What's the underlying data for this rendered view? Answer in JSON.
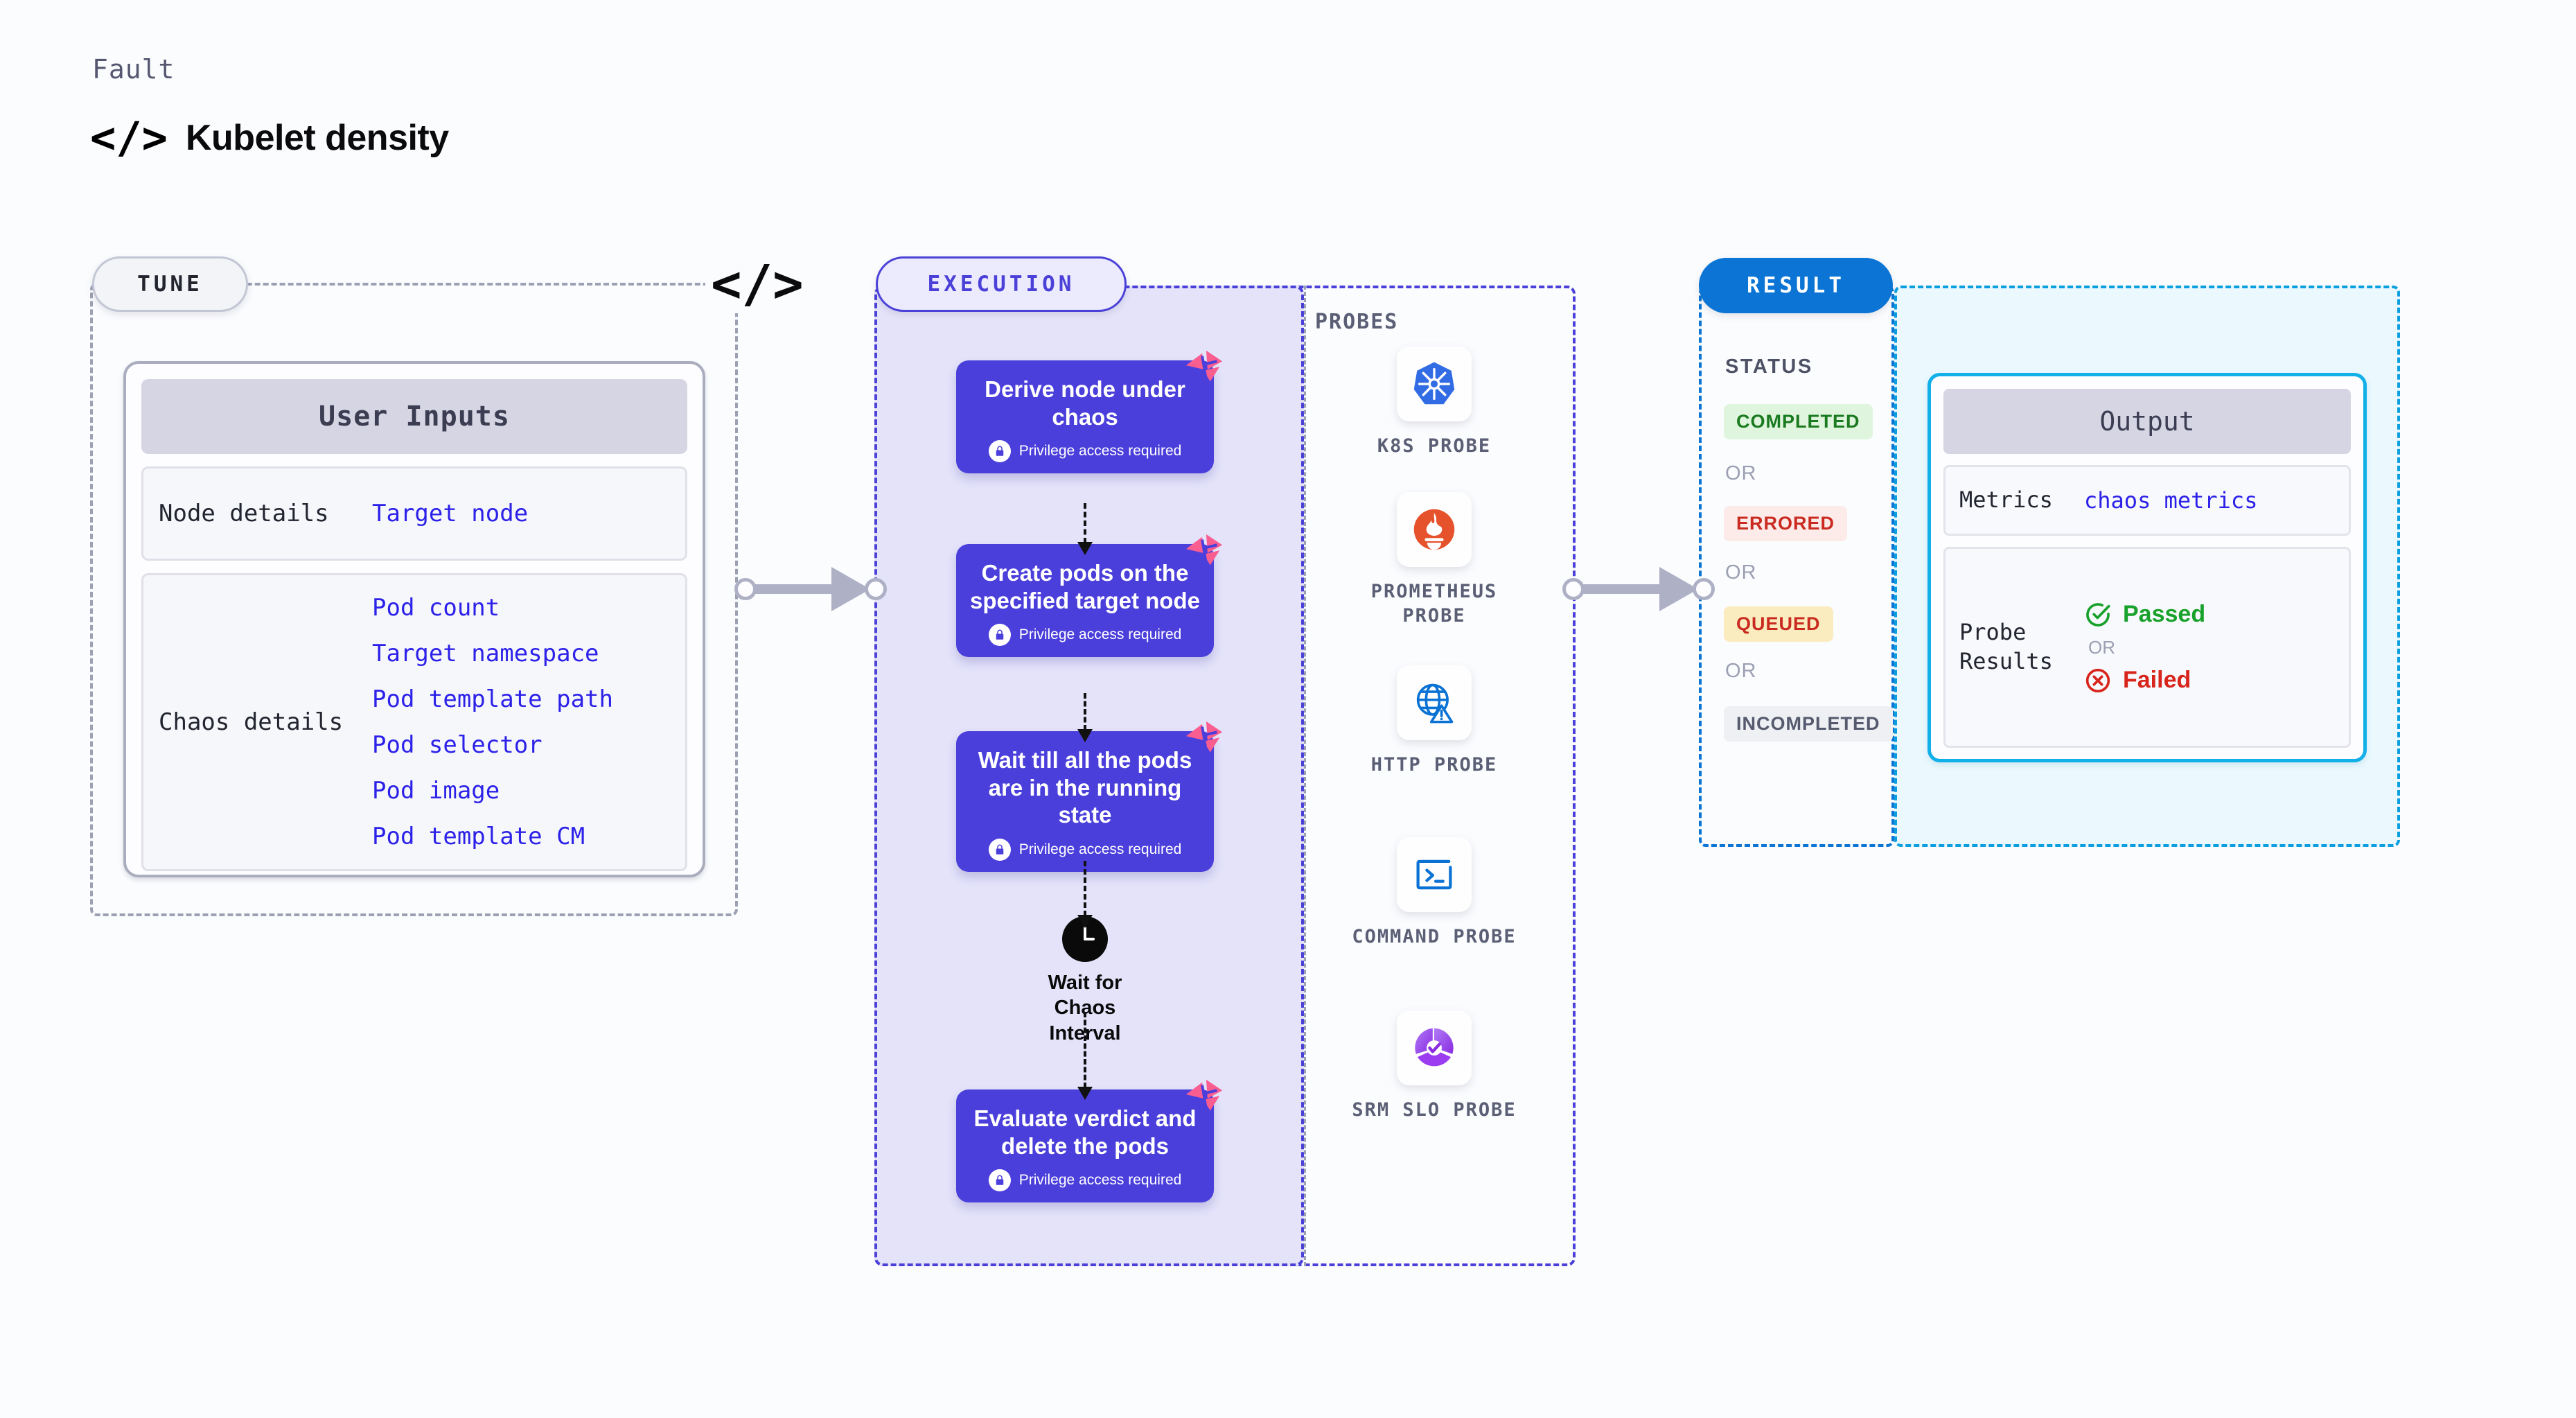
{
  "header": {
    "eyebrow": "Fault",
    "code_icon": "</>",
    "title": "Kubelet density"
  },
  "stages": {
    "tune_label": "TUNE",
    "execution_label": "EXECUTION",
    "result_label": "RESULT",
    "divider_icon": "</>"
  },
  "tune": {
    "card_title": "User Inputs",
    "sections": [
      {
        "label": "Node details",
        "values": [
          "Target node"
        ]
      },
      {
        "label": "Chaos details",
        "values": [
          "Pod count",
          "Target namespace",
          "Pod template path",
          "Pod selector",
          "Pod image",
          "Pod template CM"
        ]
      }
    ]
  },
  "execution": {
    "nodes": [
      {
        "title": "Derive node under chaos",
        "note": "Privilege access required",
        "badge": "litmus-ribbon"
      },
      {
        "title": "Create pods on the specified target node",
        "note": "Privilege access required",
        "badge": "litmus-ribbon"
      },
      {
        "title": "Wait till all the pods are in the running state",
        "note": "Privilege access required",
        "badge": "litmus-ribbon"
      },
      {
        "title": "Evaluate verdict and delete the pods",
        "note": "Privilege access required",
        "badge": "litmus-ribbon"
      }
    ],
    "wait_node": {
      "label": "Wait for Chaos Interval",
      "icon": "clock-icon"
    }
  },
  "probes": {
    "title": "PROBES",
    "items": [
      {
        "name": "K8S PROBE",
        "icon": "kubernetes-icon"
      },
      {
        "name": "PROMETHEUS PROBE",
        "icon": "prometheus-icon"
      },
      {
        "name": "HTTP PROBE",
        "icon": "globe-warning-icon"
      },
      {
        "name": "COMMAND PROBE",
        "icon": "terminal-icon"
      },
      {
        "name": "SRM SLO PROBE",
        "icon": "slo-gauge-icon"
      }
    ]
  },
  "result": {
    "status_label": "STATUS",
    "or_label": "OR",
    "statuses": [
      {
        "label": "COMPLETED",
        "color": "#1a7a1f",
        "bg": "#dff5dd"
      },
      {
        "label": "ERRORED",
        "color": "#c92b20",
        "bg": "#fcebe9"
      },
      {
        "label": "QUEUED",
        "color": "#c92b20",
        "bg": "#fbecbf"
      },
      {
        "label": "INCOMPLETED",
        "color": "#555a6e",
        "bg": "#eef0f3"
      }
    ]
  },
  "output": {
    "card_title": "Output",
    "metrics_label": "Metrics",
    "metrics_value": "chaos metrics",
    "probe_results_label": "Probe Results",
    "verdict_pass": "Passed",
    "verdict_or": "OR",
    "verdict_fail": "Failed"
  },
  "colors": {
    "page_bg": "#fbfcfe",
    "execution_bg": "#e4e3fa",
    "execution_accent": "#4b41d8",
    "node_fill": "#4b3fdb",
    "result_accent": "#0b74d4",
    "output_bg": "#ebf9ff",
    "output_accent": "#12b0e8",
    "input_value": "#2c21e8",
    "ribbon_pink": "#fa5d90"
  }
}
